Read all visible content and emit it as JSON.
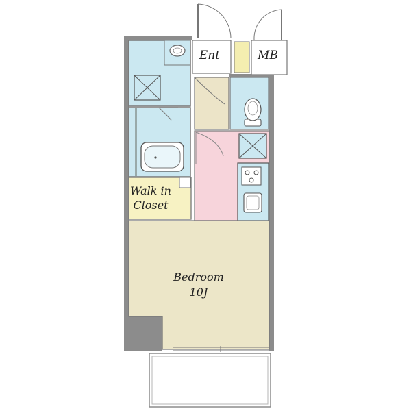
{
  "rooms": {
    "entrance": {
      "label": "Ent"
    },
    "meter_box": {
      "label": "MB"
    },
    "walk_in_closet": {
      "label_line1": "Walk in",
      "label_line2": "Closet"
    },
    "bedroom": {
      "label": "Bedroom",
      "size": "10J"
    }
  },
  "colors": {
    "wall": "#8c8c8c",
    "bathroom": "#cbe8f1",
    "entrance_floor": "#ece4c8",
    "kitchen": "#f7d4db",
    "closet": "#f7f2c3",
    "bedroom": "#ece6c8",
    "balcony": "#ffffff",
    "ent_shoe_box": "#f4eeb0"
  },
  "icons": [
    "sink-icon",
    "washer-pan-icon",
    "bathtub-icon",
    "toilet-icon",
    "fridge-space-icon",
    "stove-icon",
    "kitchen-sink-icon"
  ]
}
